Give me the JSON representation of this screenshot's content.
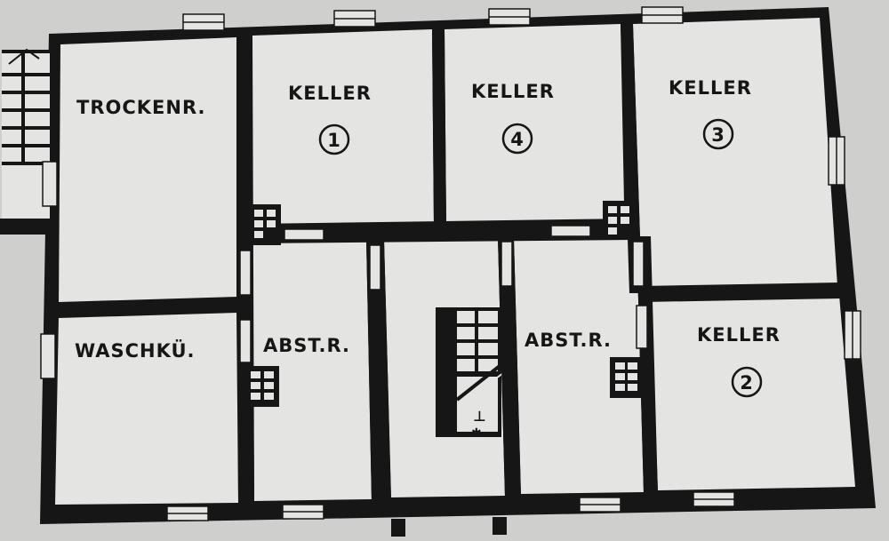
{
  "rooms": {
    "trockenraum": {
      "label": "TROCKENR."
    },
    "keller_1": {
      "label": "KELLER",
      "number": "1"
    },
    "keller_4": {
      "label": "KELLER",
      "number": "4"
    },
    "keller_3": {
      "label": "KELLER",
      "number": "3"
    },
    "keller_2": {
      "label": "KELLER",
      "number": "2"
    },
    "waschkueche": {
      "label": "WASCHKÜ."
    },
    "abstellraum_left": {
      "label": "ABST.R."
    },
    "abstellraum_right": {
      "label": "ABST.R."
    }
  },
  "colors": {
    "wall": "#161616",
    "floor": "#e4e5e2",
    "paper": "#cfd0cd"
  },
  "icons": {
    "stair_main": "staircase-icon",
    "stair_exterior": "staircase-icon",
    "chimney": "chimney-grid-icon"
  }
}
